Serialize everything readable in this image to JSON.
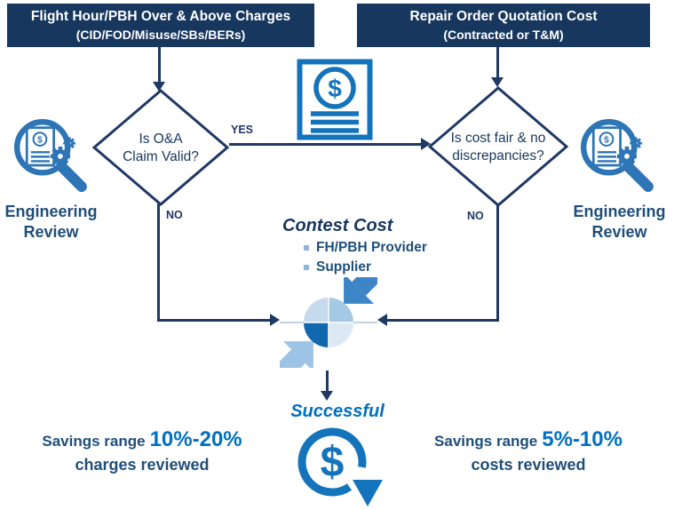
{
  "colors": {
    "bg": "#FFFFFF",
    "navy": "#17375E",
    "line": "#1F3864",
    "label": "#1F4E79",
    "bright": "#0070C0",
    "icon": "#1374BC",
    "review": "#2E75B6",
    "arrowdark": "#3D85C6",
    "arrowlight": "#9DC3E6",
    "qtl": "#C7DAED",
    "qtr": "#A5C8E4",
    "qbl": "#1068AE",
    "qbr": "#DCE9F5",
    "bullet": "#95B3D7"
  },
  "boxes": {
    "left": {
      "title": "Flight Hour/PBH Over & Above Charges",
      "subtitle": "(CID/FOD/Misuse/SBs/BERs)"
    },
    "right": {
      "title": "Repair Order Quotation Cost",
      "subtitle": "(Contracted or T&M)"
    }
  },
  "decisions": {
    "left": {
      "line1": "Is O&A",
      "line2": "Claim Valid?"
    },
    "right": {
      "line1": "Is cost fair & no",
      "line2": "discrepancies?"
    }
  },
  "flow_labels": {
    "yes": "YES",
    "no_left": "NO",
    "no_right": "NO"
  },
  "engineering_review": {
    "line1": "Engineering",
    "line2": "Review"
  },
  "contest": {
    "title": "Contest Cost",
    "items": [
      "FH/PBH Provider",
      "Supplier"
    ]
  },
  "outcome": {
    "successful": "Successful"
  },
  "savings": {
    "left": {
      "prefix": "Savings range",
      "range": "10%-20%",
      "note": "charges reviewed"
    },
    "right": {
      "prefix": "Savings range",
      "range": "5%-10%",
      "note": "costs reviewed"
    }
  },
  "icons": {
    "dollar_glyph": "$",
    "invoice": "dollar-invoice-icon",
    "engineering_review": "engineering-review-magnifier-icon",
    "negotiation": "contest-negotiation-arrows-icon",
    "cost_reduction": "cost-reduction-dollar-icon"
  }
}
